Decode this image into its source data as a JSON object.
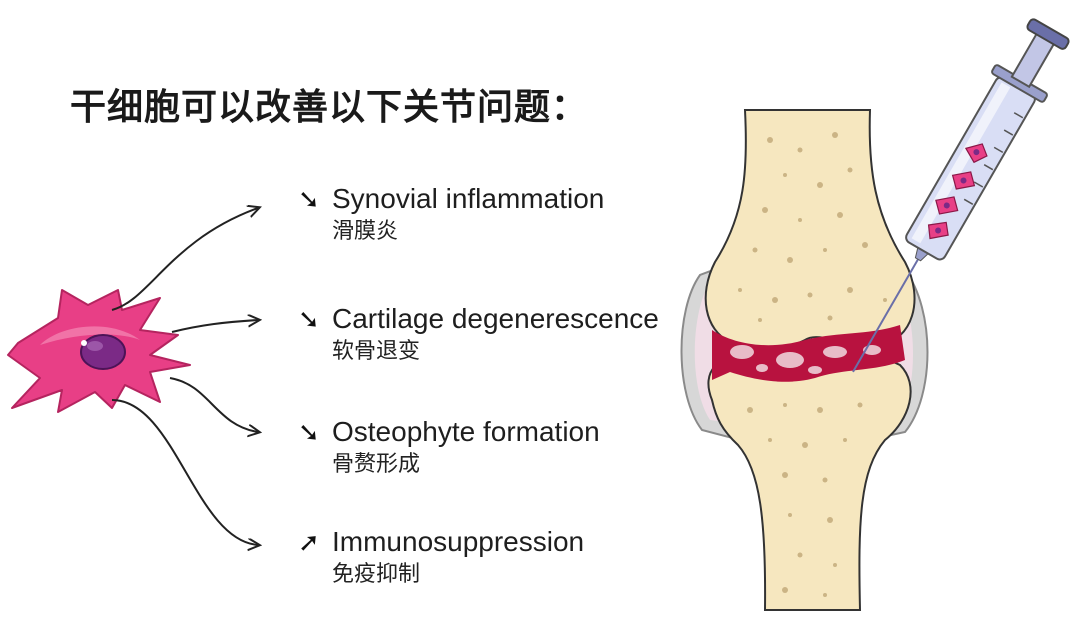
{
  "title": "干细胞可以改善以下关节问题：",
  "items": [
    {
      "arrow": "➘",
      "direction": "down",
      "label_en": "Synovial inflammation",
      "label_zh": "滑膜炎"
    },
    {
      "arrow": "➘",
      "direction": "down",
      "label_en": "Cartilage degenerescence",
      "label_zh": "软骨退变"
    },
    {
      "arrow": "➘",
      "direction": "down",
      "label_en": "Osteophyte formation",
      "label_zh": "骨赘形成"
    },
    {
      "arrow": "➚",
      "direction": "up",
      "label_en": "Immunosuppression",
      "label_zh": "免疫抑制"
    }
  ],
  "colors": {
    "cell": "#e83f86",
    "nucleus": "#7b2a86",
    "bone": "#f6e7bf",
    "bone_dots": "#b99f6d",
    "inflammation": "#b8123f",
    "syringe_barrel": "#d9def5",
    "syringe_plunger": "#6a6fa8"
  }
}
